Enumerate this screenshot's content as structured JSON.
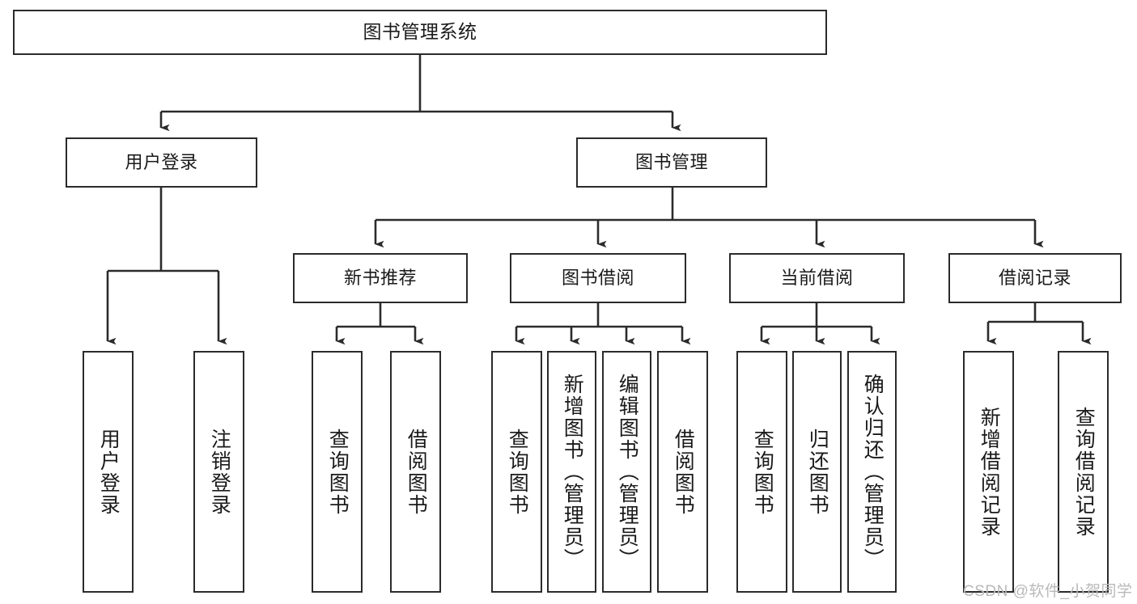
{
  "diagram": {
    "title": "图书管理系统",
    "watermark": "CSDN @软件_小贺同学",
    "colors": {
      "stroke": "#2b2b2b",
      "fill": "#ffffff",
      "text": "#1a1a1a",
      "watermark": "#b9b9b9"
    },
    "nodes": {
      "root": {
        "label": "图书管理系统"
      },
      "level2": [
        {
          "id": "user-login",
          "label": "用户登录"
        },
        {
          "id": "book-management",
          "label": "图书管理"
        }
      ],
      "level3": [
        {
          "id": "new-book-recommend",
          "label": "新书推荐"
        },
        {
          "id": "book-borrow",
          "label": "图书借阅"
        },
        {
          "id": "current-borrow",
          "label": "当前借阅"
        },
        {
          "id": "borrow-record",
          "label": "借阅记录"
        }
      ],
      "leaves": {
        "user_login": [
          {
            "id": "leaf-user-login",
            "label": "用户登录"
          },
          {
            "id": "leaf-logout-login",
            "label": "注销登录"
          }
        ],
        "new_book_recommend": [
          {
            "id": "leaf-query-book-1",
            "label": "查询图书"
          },
          {
            "id": "leaf-borrow-book-1",
            "label": "借阅图书"
          }
        ],
        "book_borrow": [
          {
            "id": "leaf-query-book-2",
            "label": "查询图书"
          },
          {
            "id": "leaf-add-book",
            "label": "新增图书（管理员）"
          },
          {
            "id": "leaf-edit-book",
            "label": "编辑图书（管理员）"
          },
          {
            "id": "leaf-borrow-book-2",
            "label": "借阅图书"
          }
        ],
        "current_borrow": [
          {
            "id": "leaf-query-book-3",
            "label": "查询图书"
          },
          {
            "id": "leaf-return-book",
            "label": "归还图书"
          },
          {
            "id": "leaf-confirm-return",
            "label": "确认归还（管理员）"
          }
        ],
        "borrow_record": [
          {
            "id": "leaf-add-record",
            "label": "新增借阅记录"
          },
          {
            "id": "leaf-query-record",
            "label": "查询借阅记录"
          }
        ]
      }
    }
  }
}
